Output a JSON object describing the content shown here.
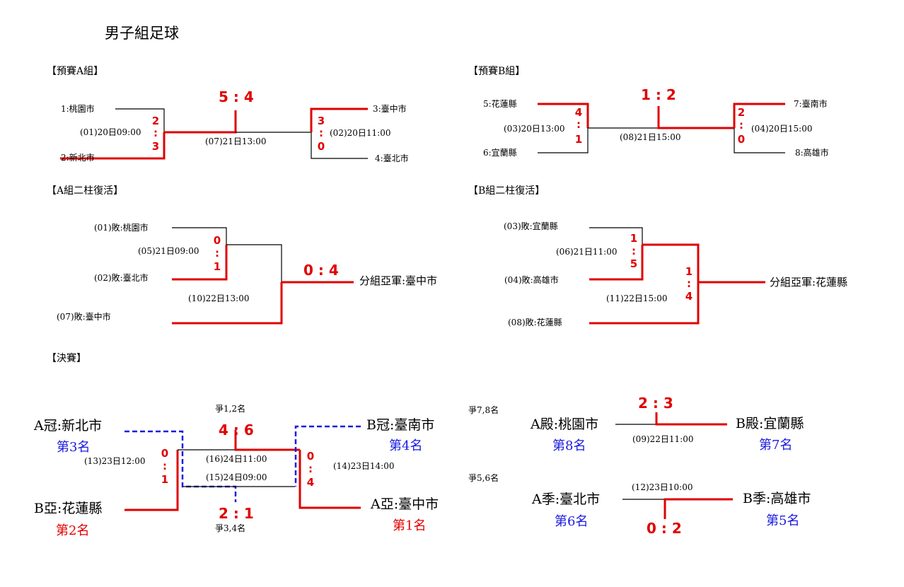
{
  "title": "男子組足球",
  "sections": {
    "prelim_a": "【預賽A組】",
    "prelim_b": "【預賽B組】",
    "repechage_a": "【A組二柱復活】",
    "repechage_b": "【B組二柱復活】",
    "finals": "【決賽】"
  },
  "prelim_a": {
    "teams": [
      "1:桃園市",
      "2:新北市",
      "3:臺中市",
      "4:臺北市"
    ],
    "matches": [
      "(01)20日09:00",
      "(02)20日11:00",
      "(07)21日13:00"
    ],
    "score_01": [
      "2",
      ":",
      "3"
    ],
    "score_02": [
      "3",
      ":",
      "0"
    ],
    "score_07": "5 : 4"
  },
  "prelim_b": {
    "teams": [
      "5:花蓮縣",
      "6:宜蘭縣",
      "7:臺南市",
      "8:高雄市"
    ],
    "matches": [
      "(03)20日13:00",
      "(04)20日15:00",
      "(08)21日15:00"
    ],
    "score_03": [
      "4",
      ":",
      "1"
    ],
    "score_04": [
      "2",
      ":",
      "0"
    ],
    "score_08": "1 : 2"
  },
  "repechage_a": {
    "teams": [
      "(01)敗:桃園市",
      "(02)敗:臺北市",
      "(07)敗:臺中市"
    ],
    "matches": [
      "(05)21日09:00",
      "(10)22日13:00"
    ],
    "score_05": [
      "0",
      ":",
      "1"
    ],
    "score_10": "0 : 4",
    "result": "分組亞軍:臺中市"
  },
  "repechage_b": {
    "teams": [
      "(03)敗:宜蘭縣",
      "(04)敗:高雄市",
      "(08)敗:花蓮縣"
    ],
    "matches": [
      "(06)21日11:00",
      "(11)22日15:00"
    ],
    "score_06": [
      "1",
      ":",
      "5"
    ],
    "score_11": [
      "1",
      ":",
      "4"
    ],
    "result": "分組亞軍:花蓮縣"
  },
  "finals": {
    "a_champ": "A冠:新北市",
    "a_champ_rank": "第3名",
    "b_runner": "B亞:花蓮縣",
    "b_runner_rank": "第2名",
    "b_champ": "B冠:臺南市",
    "b_champ_rank": "第4名",
    "a_runner": "A亞:臺中市",
    "a_runner_rank": "第1名",
    "match_13": "(13)23日12:00",
    "match_14": "(14)23日14:00",
    "match_16": "(16)24日11:00",
    "match_15": "(15)24日09:00",
    "score_13": [
      "0",
      ":",
      "1"
    ],
    "score_14": [
      "0",
      ":",
      "4"
    ],
    "label_12": "爭1,2名",
    "score_16": "4 : 6",
    "label_34": "爭3,4名",
    "score_15": "2 : 1"
  },
  "placement_78": {
    "label": "爭7,8名",
    "left": "A殿:桃園市",
    "left_rank": "第8名",
    "right": "B殿:宜蘭縣",
    "right_rank": "第7名",
    "match": "(09)22日11:00",
    "score": "2 : 3"
  },
  "placement_56": {
    "label": "爭5,6名",
    "left": "A季:臺北市",
    "left_rank": "第6名",
    "right": "B季:高雄市",
    "right_rank": "第5名",
    "match": "(12)23日10:00",
    "score": "0 : 2"
  },
  "colors": {
    "winner_line": "#e00000",
    "loser_line": "#000000",
    "blue_path": "#1a1adf",
    "rank_blue": "#1a1adf",
    "rank_red": "#e00000"
  }
}
